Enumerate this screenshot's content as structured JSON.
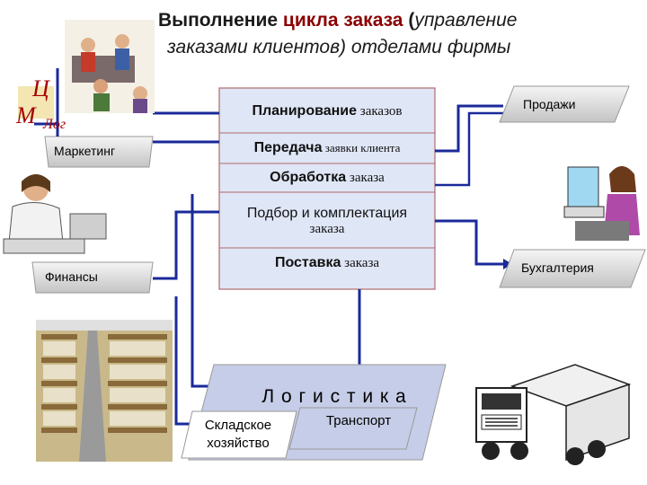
{
  "title": {
    "part1_bold": "Выполнение ",
    "part2_bold_highlight": "цикла заказа",
    "part3_bold": " (",
    "part4_italic": "управление",
    "line2_italic": "заказами клиентов",
    "line2_rest": ") отделами фирмы"
  },
  "logo": {
    "letter_top": "Ц",
    "letter_left": "М",
    "letters_bottom": "Лог"
  },
  "departments": {
    "marketing": "Маркетинг",
    "finance": "Финансы",
    "sales": "Продажи",
    "accounting": "Бухгалтерия"
  },
  "stages": [
    {
      "main": "Планирование",
      "sub": " заказов"
    },
    {
      "main": "Передача",
      "sub": " заявки клиента"
    },
    {
      "main": "Обработка",
      "sub": " заказа"
    },
    {
      "main": "Подбор и комплектация",
      "sub": "заказа"
    },
    {
      "main": "Поставка",
      "sub": " заказа"
    }
  ],
  "logistics": {
    "title": "Л о г и с т и к а",
    "warehouse_line1": "Складское",
    "warehouse_line2": "хозяйство",
    "transport": "Транспорт"
  },
  "colors": {
    "stage_fill": "#dfe6f6",
    "stage_border": "#b06a6a",
    "line_blue": "#1a2a9a",
    "logistics_fill": "#c6cde8",
    "title_highlight": "#8b0000"
  }
}
